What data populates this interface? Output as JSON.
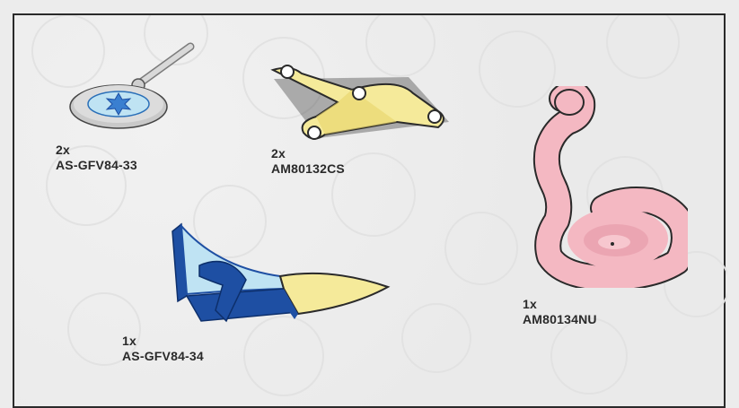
{
  "parts": [
    {
      "id": "dowsing-rod",
      "qty": "2x",
      "code": "AS-GFV84-33",
      "icon": "magnifier-wand-icon"
    },
    {
      "id": "tri-bracket",
      "qty": "2x",
      "code": "AM80132CS",
      "icon": "triangle-bracket-icon"
    },
    {
      "id": "tail",
      "qty": "1x",
      "code": "AM80134NU",
      "icon": "curled-tail-icon"
    },
    {
      "id": "wing-piece",
      "qty": "1x",
      "code": "AS-GFV84-34",
      "icon": "wing-piece-icon"
    }
  ],
  "colors": {
    "background": "#ececec",
    "border": "#2a2a2a",
    "yellow": "#f5ea9a",
    "pink": "#f4b8c2",
    "blue": "#1e4fa3",
    "light_blue": "#bfe3f3"
  }
}
